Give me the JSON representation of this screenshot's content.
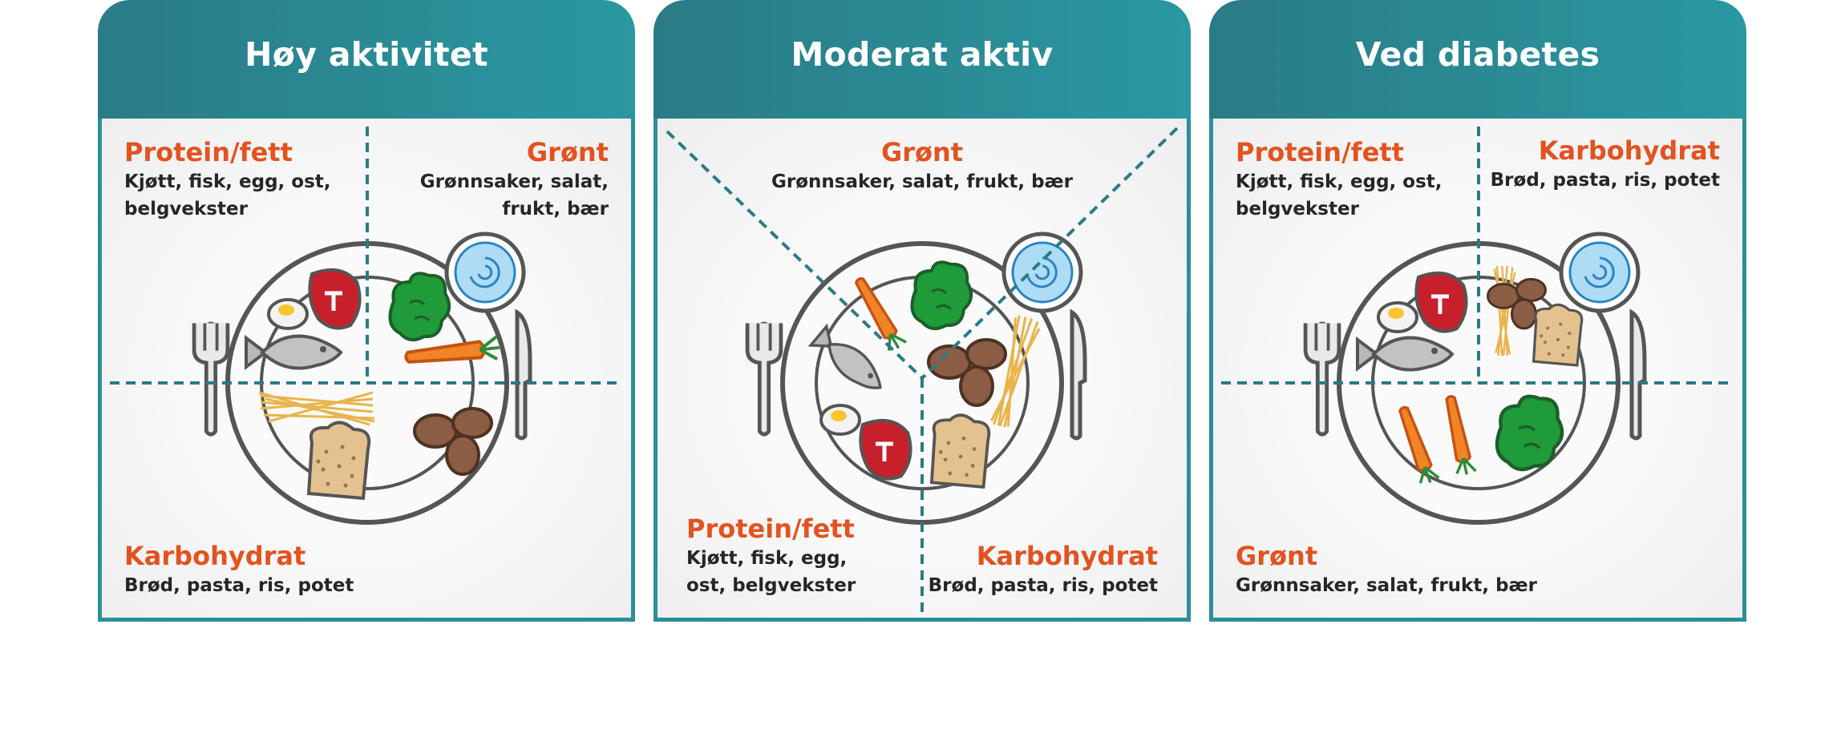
{
  "colors": {
    "header": "#2a8f99",
    "category_title": "#e2531f",
    "body_text": "#262626",
    "divider": "#2a7b86"
  },
  "panels": [
    {
      "title": "Høy aktivitet",
      "protein": {
        "title": "Protein/fett",
        "text": "Kjøtt, fisk, egg, ost,\nbelgvekster"
      },
      "green": {
        "title": "Grønt",
        "text": "Grønnsaker, salat,\nfrukt, bær"
      },
      "carb": {
        "title": "Karbohydrat",
        "text": "Brød, pasta, ris, potet"
      }
    },
    {
      "title": "Moderat aktiv",
      "green": {
        "title": "Grønt",
        "text": "Grønnsaker, salat, frukt, bær"
      },
      "protein": {
        "title": "Protein/fett",
        "text": "Kjøtt, fisk, egg,\nost, belgvekster"
      },
      "carb": {
        "title": "Karbohydrat",
        "text": "Brød, pasta, ris, potet"
      }
    },
    {
      "title": "Ved diabetes",
      "protein": {
        "title": "Protein/fett",
        "text": "Kjøtt, fisk, egg, ost,\nbelgvekster"
      },
      "carb": {
        "title": "Karbohydrat",
        "text": "Brød, pasta, ris, potet"
      },
      "green": {
        "title": "Grønt",
        "text": "Grønnsaker, salat, frukt, bær"
      }
    }
  ],
  "icons": [
    "fork-icon",
    "knife-icon",
    "plate-icon",
    "water-glass-icon",
    "steak-icon",
    "egg-icon",
    "fish-icon",
    "broccoli-icon",
    "carrot-icon",
    "pasta-icon",
    "potato-icon",
    "bread-icon"
  ]
}
